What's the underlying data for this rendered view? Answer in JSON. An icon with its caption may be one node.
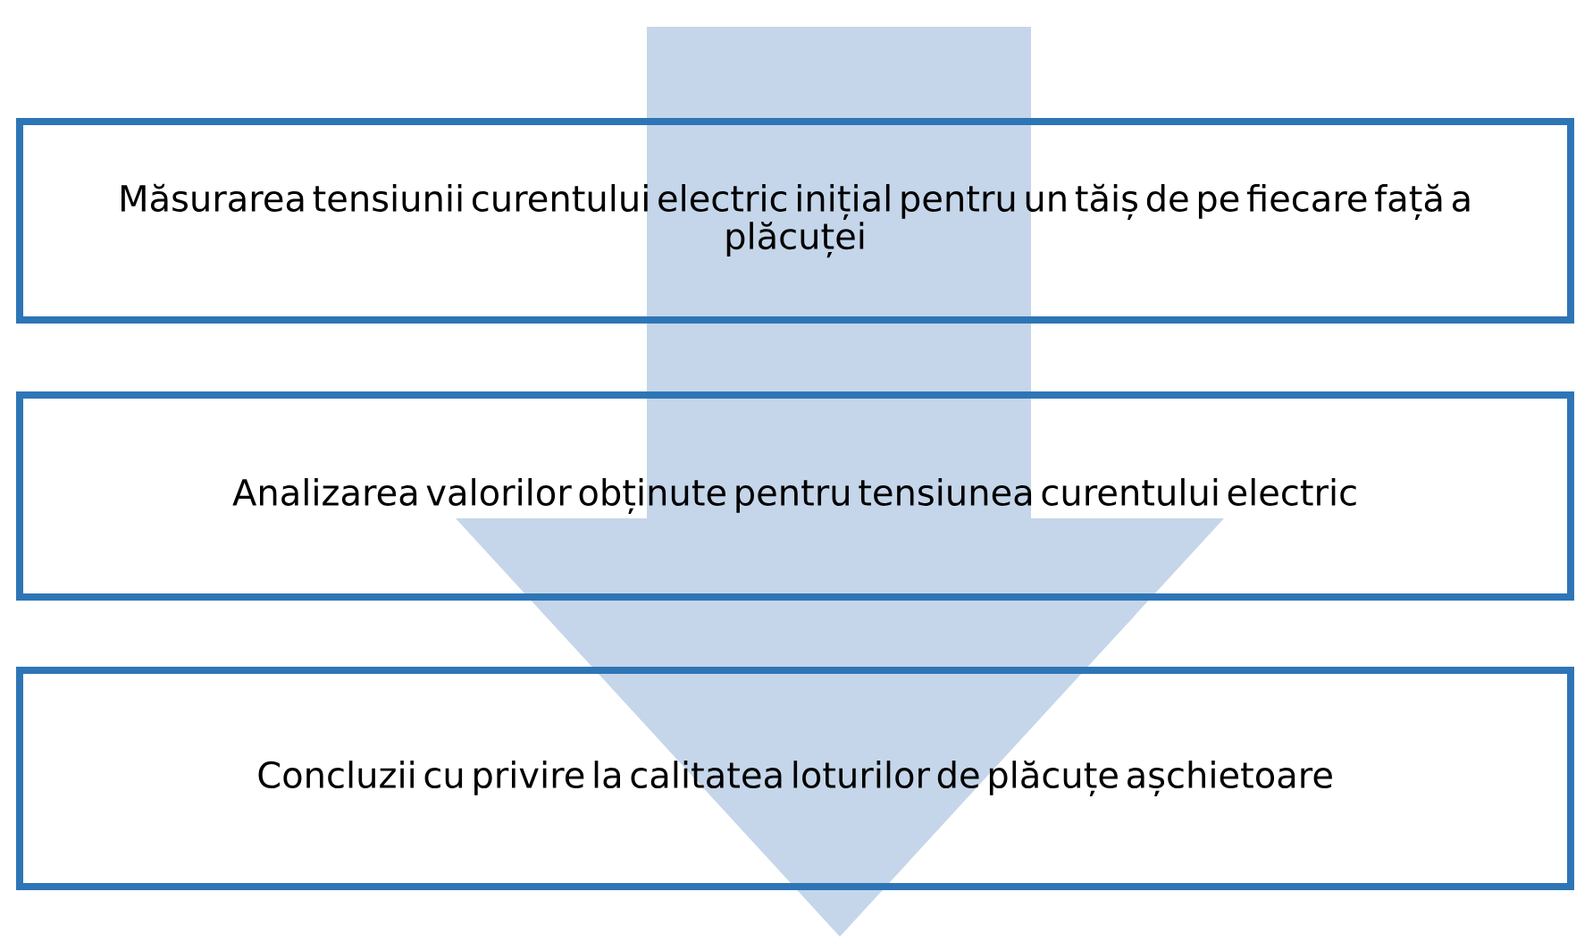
{
  "diagram": {
    "nodes": [
      {
        "text": [
          "Măsurarea tensiunii curentului electric inițial pentru un tăiș de pe fiecare față a plăcuței"
        ]
      },
      {
        "text": [
          "Analizarea valorilor obținute pentru tensiunea curentului electric"
        ]
      },
      {
        "text": [
          "Concluzii cu privire la calitatea loturilor de plăcuțe așchietoare"
        ]
      }
    ]
  }
}
